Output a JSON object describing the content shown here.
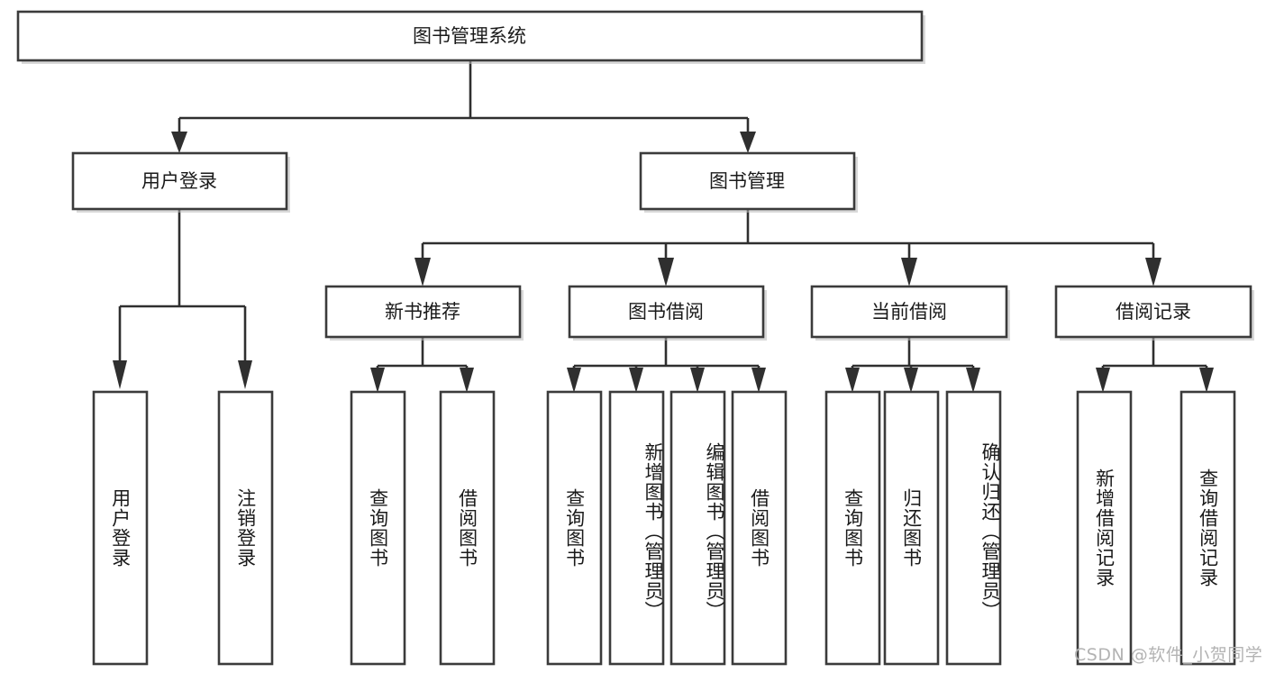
{
  "diagram": {
    "type": "tree-hierarchy",
    "title": "图书管理系统",
    "watermark": "CSDN @软件_小贺同学",
    "root": {
      "id": "root",
      "label": "图书管理系统",
      "orientation": "horizontal"
    },
    "level2": [
      {
        "id": "user-login",
        "label": "用户登录",
        "orientation": "horizontal"
      },
      {
        "id": "book-manage",
        "label": "图书管理",
        "orientation": "horizontal"
      }
    ],
    "level3": [
      {
        "id": "new-book-recommend",
        "label": "新书推荐",
        "parent": "book-manage",
        "orientation": "horizontal"
      },
      {
        "id": "book-borrow",
        "label": "图书借阅",
        "parent": "book-manage",
        "orientation": "horizontal"
      },
      {
        "id": "current-borrow",
        "label": "当前借阅",
        "parent": "book-manage",
        "orientation": "horizontal"
      },
      {
        "id": "borrow-record",
        "label": "借阅记录",
        "parent": "book-manage",
        "orientation": "horizontal"
      }
    ],
    "leaves": [
      {
        "id": "leaf-user-login",
        "label": "用户登录",
        "parent": "user-login",
        "orientation": "vertical"
      },
      {
        "id": "leaf-logout",
        "label": "注销登录",
        "parent": "user-login",
        "orientation": "vertical"
      },
      {
        "id": "leaf-query-book-1",
        "label": "查询图书",
        "parent": "new-book-recommend",
        "orientation": "vertical"
      },
      {
        "id": "leaf-borrow-book-1",
        "label": "借阅图书",
        "parent": "new-book-recommend",
        "orientation": "vertical"
      },
      {
        "id": "leaf-query-book-2",
        "label": "查询图书",
        "parent": "book-borrow",
        "orientation": "vertical"
      },
      {
        "id": "leaf-add-book",
        "label": "新增图书（管理员）",
        "parent": "book-borrow",
        "orientation": "vertical"
      },
      {
        "id": "leaf-edit-book",
        "label": "编辑图书（管理员）",
        "parent": "book-borrow",
        "orientation": "vertical"
      },
      {
        "id": "leaf-borrow-book-2",
        "label": "借阅图书",
        "parent": "book-borrow",
        "orientation": "vertical"
      },
      {
        "id": "leaf-query-book-3",
        "label": "查询图书",
        "parent": "current-borrow",
        "orientation": "vertical"
      },
      {
        "id": "leaf-return-book",
        "label": "归还图书",
        "parent": "current-borrow",
        "orientation": "vertical"
      },
      {
        "id": "leaf-confirm-return",
        "label": "确认归还（管理员）",
        "parent": "current-borrow",
        "orientation": "vertical"
      },
      {
        "id": "leaf-add-record",
        "label": "新增借阅记录",
        "parent": "borrow-record",
        "orientation": "vertical"
      },
      {
        "id": "leaf-query-record",
        "label": "查询借阅记录",
        "parent": "borrow-record",
        "orientation": "vertical"
      }
    ],
    "colors": {
      "box_fill": "#ffffff",
      "box_stroke": "#3b3b3b",
      "edge": "#2f2f2f",
      "text": "#1a1a1a",
      "watermark": "#b3b3b3",
      "background": "#ffffff"
    }
  }
}
